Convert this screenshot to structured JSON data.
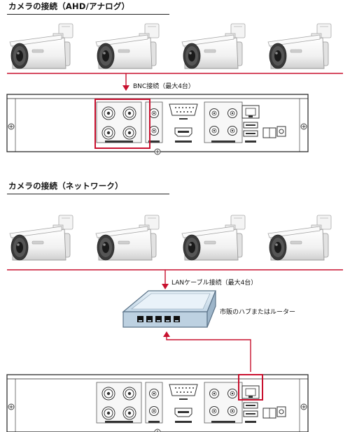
{
  "section_analog": {
    "title": "カメラの接続（AHD/アナログ）",
    "connection_label": "BNC接続（最大4台）",
    "camera_count": 4
  },
  "section_network": {
    "title": "カメラの接続（ネットワーク）",
    "connection_label": "LANケーブル接続（最大4台）",
    "hub_label": "市販のハブまたはルーター",
    "camera_count": 4
  },
  "colors": {
    "highlight_red": "#c8102e",
    "line_dark": "#222222",
    "hub_blue": "#cfe0ee"
  }
}
